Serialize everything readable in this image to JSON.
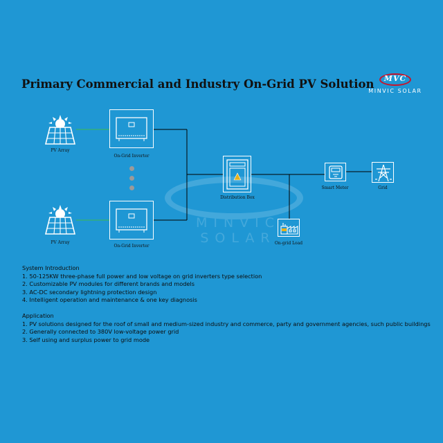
{
  "title": "Primary Commercial and Industry On-Grid PV Solution",
  "logo": {
    "mark": "MVC",
    "name": "MINVIC SOLAR"
  },
  "watermark": {
    "text": "MINVIC SOLAR"
  },
  "diagram": {
    "pv_array_top": "PV Array",
    "pv_array_bottom": "PV Array",
    "inverter_top": "On-Grid Inverter",
    "inverter_bottom": "On-Grid Inverter",
    "distribution_box": "Distribution Box",
    "smart_meter": "Smart Meter",
    "grid": "Grid",
    "on_grid_load": "On-grid Load"
  },
  "system_intro": {
    "heading": "System Introduction",
    "items": [
      "1. 50-125KW three-phase full power and low voltage on grid inverters type selection",
      "2. Customizable PV modules for different brands and models",
      "3. AC-DC secondary lightning protection design",
      "4. Intelligent operation and maintenance & one key diagnosis"
    ]
  },
  "application": {
    "heading": "Application",
    "items": [
      "1. PV solutions designed for the roof of small and medium-sized industry and commerce, party and government agencies, such public buildings",
      "2. Generally connected to 380V low-voltage power grid",
      "3. Self using and surplus power to grid mode"
    ]
  },
  "colors": {
    "background": "#1f97d4",
    "dc_line": "#3dbb4c",
    "ac_line": "#000000",
    "box_border": "#ffffff",
    "logo_red": "#c8142b"
  }
}
